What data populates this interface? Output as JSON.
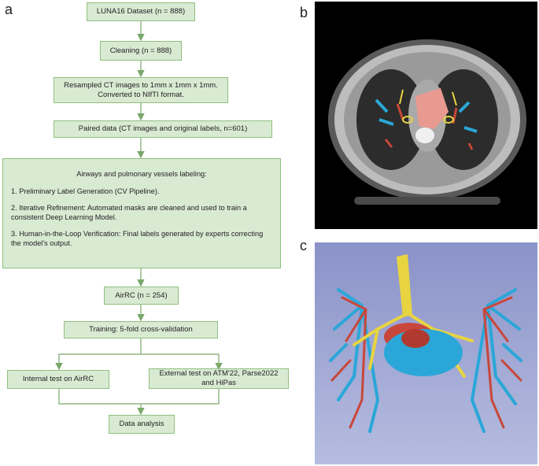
{
  "panels": {
    "a": "a",
    "b": "b",
    "c": "c"
  },
  "flowchart": {
    "luna16": "LUNA16 Dataset (n = 888)",
    "cleaning": "Cleaning (n = 888)",
    "resampled": "Resampled CT images to 1mm x 1mm x 1mm. Converted to NIfTI format.",
    "paired": "Paired data (CT images and original labels, n=601)",
    "labeling": {
      "title": "Airways and pulmonary vessels labeling:",
      "item1": "1. Preliminary Label Generation (CV Pipeline).",
      "item2": "2. Iterative Refinement: Automated masks are cleaned and used to train a consistent Deep Learning Model.",
      "item3": "3. Human-in-the-Loop Verification: Final labels generated by experts correcting the model's output."
    },
    "airrc": "AirRC (n = 254)",
    "training": "Training: 5-fold cross-validation",
    "internal_test": "Internal test on AirRC",
    "external_test": "External test on ATM'22, Parse2022 and HiPas",
    "analysis": "Data analysis"
  },
  "colors": {
    "box_fill": "#d9ead3",
    "box_border": "#8fbf7f",
    "arrow": "#7aa86a",
    "vessel_blue": "#2aa7d8",
    "vessel_red": "#c8473a",
    "airway_yellow": "#e8d440"
  }
}
